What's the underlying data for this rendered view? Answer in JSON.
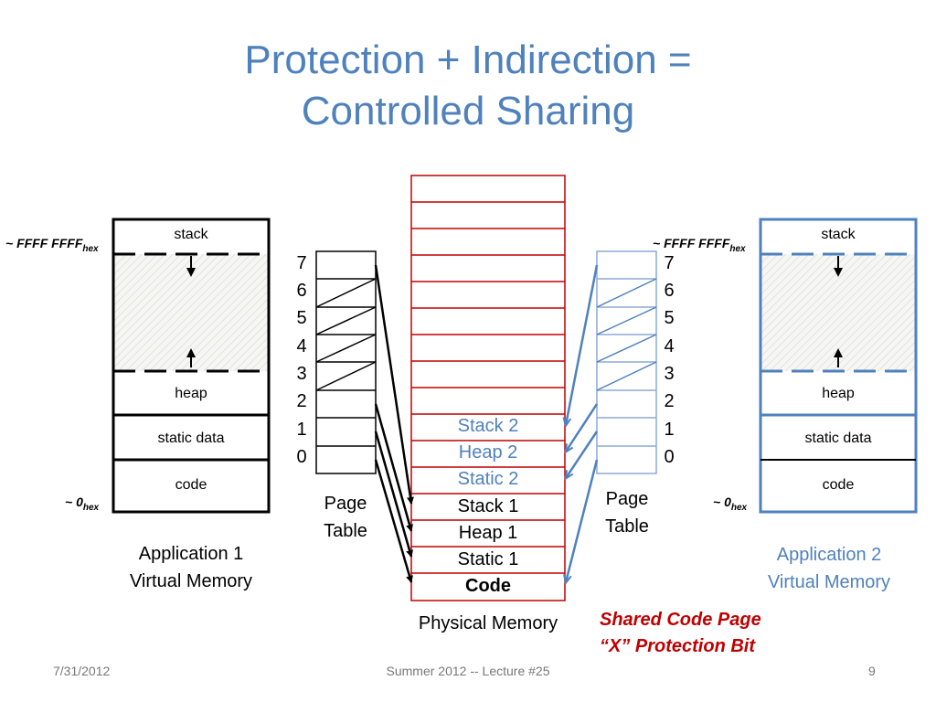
{
  "slide": {
    "title_line1": "Protection + Indirection =",
    "title_line2": "Controlled Sharing",
    "footer_date": "7/31/2012",
    "footer_center": "Summer 2012 -- Lecture #25",
    "footer_page": "9"
  },
  "app1": {
    "addr_high": "~ FFFF FFFF",
    "addr_high_sub": "hex",
    "addr_low": "~ 0",
    "addr_low_sub": "hex",
    "segments": {
      "stack": "stack",
      "heap": "heap",
      "static": "static data",
      "code": "code"
    },
    "label_line1": "Application 1",
    "label_line2": "Virtual Memory"
  },
  "app2": {
    "addr_high": "~ FFFF FFFF",
    "addr_high_sub": "hex",
    "addr_low": "~ 0",
    "addr_low_sub": "hex",
    "segments": {
      "stack": "stack",
      "heap": "heap",
      "static": "static data",
      "code": "code"
    },
    "label_line1": "Application 2",
    "label_line2": "Virtual Memory"
  },
  "page_table": {
    "indices": [
      "7",
      "6",
      "5",
      "4",
      "3",
      "2",
      "1",
      "0"
    ],
    "label_line1": "Page",
    "label_line2": "Table"
  },
  "physical_memory": {
    "labels": {
      "stack2": "Stack 2",
      "heap2": "Heap 2",
      "static2": "Static 2",
      "stack1": "Stack 1",
      "heap1": "Heap 1",
      "static1": "Static 1",
      "code": "Code"
    },
    "caption": "Physical Memory"
  },
  "note": {
    "line1": "Shared Code Page",
    "line2": "“X” Protection Bit"
  },
  "colors": {
    "title_blue": "#4f81bd",
    "app2_blue": "#4f81bd",
    "physical_red": "#c00000",
    "black": "#000000"
  }
}
